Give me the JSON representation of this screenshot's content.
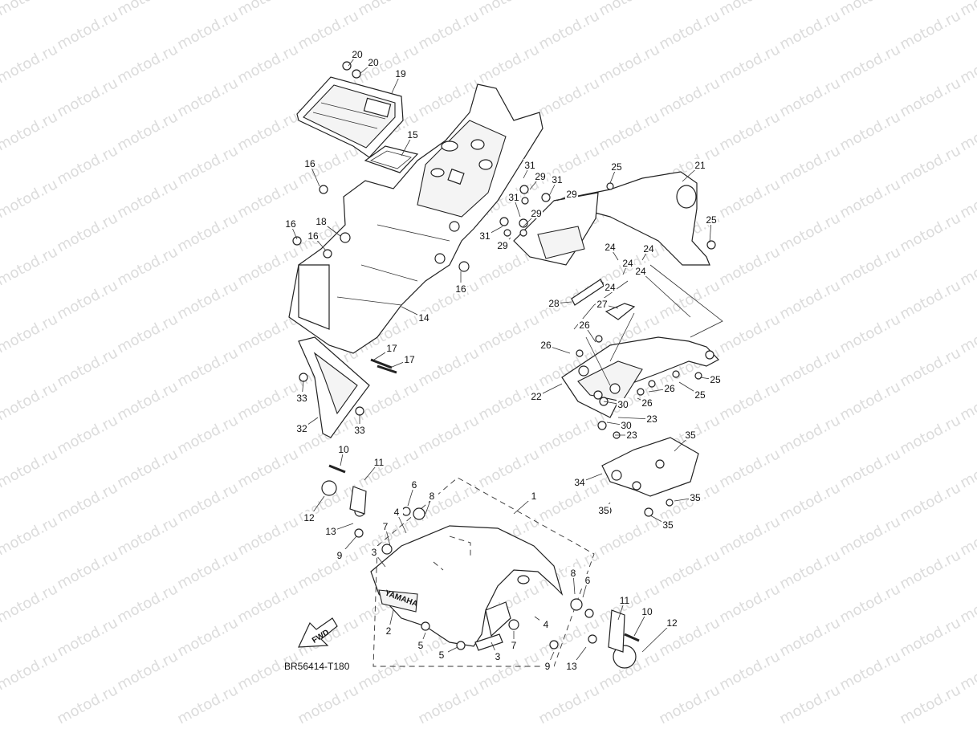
{
  "watermark": "motod.ru",
  "diagram_code": "BR56414-T180",
  "fwd_label": "FWD",
  "brand_mark": "YAMAHA",
  "callouts": [
    "1",
    "2",
    "3",
    "3",
    "4",
    "4",
    "5",
    "5",
    "6",
    "6",
    "7",
    "7",
    "8",
    "8",
    "9",
    "9",
    "10",
    "10",
    "11",
    "11",
    "12",
    "12",
    "13",
    "13",
    "14",
    "15",
    "16",
    "16",
    "16",
    "16",
    "17",
    "17",
    "18",
    "19",
    "20",
    "20",
    "21",
    "22",
    "23",
    "23",
    "24",
    "24",
    "24",
    "24",
    "24",
    "25",
    "25",
    "25",
    "25",
    "26",
    "26",
    "26",
    "26",
    "27",
    "28",
    "29",
    "29",
    "29",
    "29",
    "30",
    "30",
    "31",
    "31",
    "31",
    "31",
    "32",
    "33",
    "33",
    "34",
    "35",
    "35",
    "35",
    "35"
  ]
}
